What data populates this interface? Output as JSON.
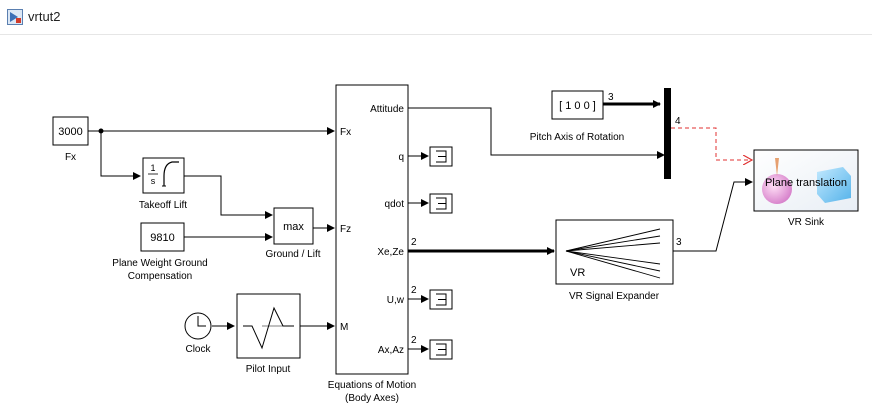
{
  "window": {
    "title": "vrtut2"
  },
  "blocks": {
    "fx_value": "3000",
    "fx_label": "Fx",
    "integrator_num": "1",
    "integrator_den": "s",
    "takeoff_label": "Takeoff Lift",
    "weight_value": "9810",
    "weight_label_1": "Plane Weight Ground",
    "weight_label_2": "Compensation",
    "max_value": "max",
    "ground_lift_label": "Ground / Lift",
    "clock_label": "Clock",
    "pilot_label": "Pilot Input",
    "eom_label_1": "Equations of Motion",
    "eom_label_2": "(Body Axes)",
    "pitch_value": "[ 1 0 0 ]",
    "pitch_label": "Pitch Axis of Rotation",
    "vr_label": "VR",
    "expander_label": "VR Signal Expander",
    "sink_label": "VR Sink",
    "sink_inner": "Plane translation"
  },
  "ports": {
    "in_fx": "Fx",
    "in_fz": "Fz",
    "in_m": "M",
    "out_attitude": "Attitude",
    "out_q": "q",
    "out_qdot": "qdot",
    "out_xeze": "Xe,Ze",
    "out_uw": "U,w",
    "out_axaz": "Ax,Az"
  },
  "signal_widths": {
    "pitch": "3",
    "mux_out": "4",
    "xeze": "2",
    "uw": "2",
    "axaz": "2",
    "expander_out": "3"
  },
  "colors": {
    "line": "#000000",
    "highlight": "#e03030",
    "block_border": "#000000"
  }
}
